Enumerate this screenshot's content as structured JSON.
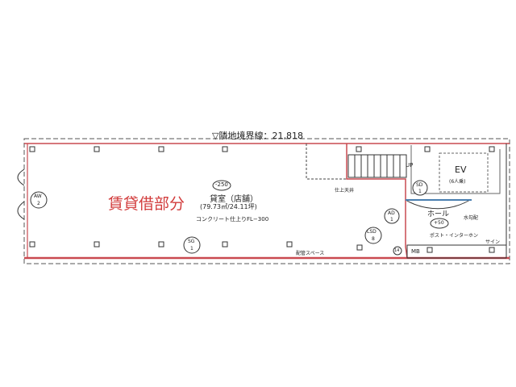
{
  "boundary_label": "▽隣地境界線：21,818",
  "rental_label": "賃貸借部分",
  "room": {
    "level": "-250",
    "name": "貸室（店舗）",
    "area": "(79.73㎡/24.11坪)",
    "finish": "コンクリート仕上りFL−300"
  },
  "ceiling_label": "仕上天井",
  "stairs_label": "UP",
  "elevator": {
    "name": "EV",
    "capacity": "(6人乗)"
  },
  "hall": {
    "name": "ホール",
    "level": "+50"
  },
  "drainage_label": "水勾配",
  "post_label": "ポスト・インターホン",
  "sign_label": "サイン",
  "piping_label": "配管スペース",
  "mb_label": "MB",
  "doors": [
    {
      "code": "AW",
      "num": "2"
    },
    {
      "code": "SG",
      "num": "1"
    },
    {
      "code": "SD",
      "num": "1"
    },
    {
      "code": "AD",
      "num": "1"
    },
    {
      "code": "LSD",
      "num": "8"
    }
  ],
  "marker": "14",
  "colors": {
    "wall": "#d0434a",
    "line": "#333333",
    "accent": "#d23c3c"
  }
}
